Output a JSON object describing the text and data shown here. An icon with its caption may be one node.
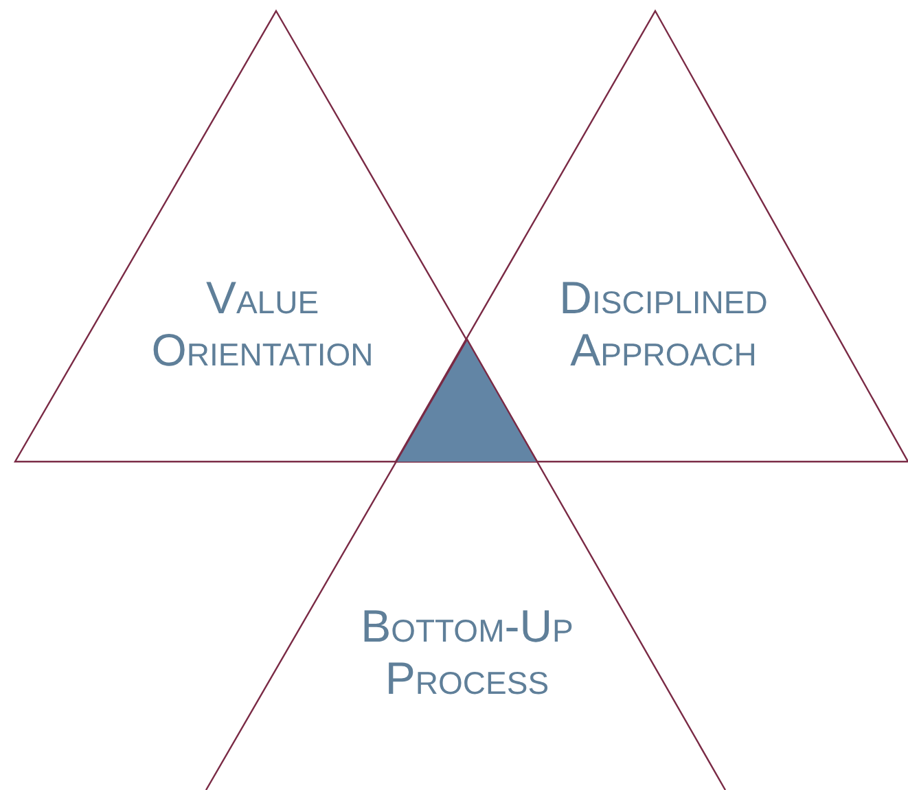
{
  "diagram": {
    "nodes": [
      {
        "text": [
          "Value Orientation"
        ]
      },
      {
        "text": [
          "Disciplined Approach"
        ]
      },
      {
        "text": [],
        "shape": "triangle"
      },
      {
        "text": [
          "Bottom-Up Process"
        ]
      }
    ]
  }
}
